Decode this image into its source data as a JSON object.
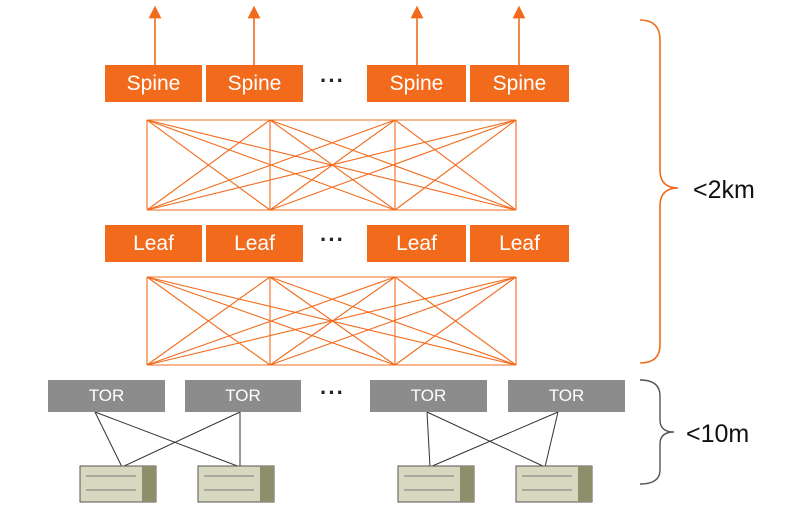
{
  "layers": {
    "spine": {
      "labels": [
        "Spine",
        "Spine",
        "Spine",
        "Spine"
      ],
      "ellipsis": "···"
    },
    "leaf": {
      "labels": [
        "Leaf",
        "Leaf",
        "Leaf",
        "Leaf"
      ],
      "ellipsis": "···"
    },
    "tor": {
      "labels": [
        "TOR",
        "TOR",
        "TOR",
        "TOR"
      ],
      "ellipsis": "···"
    }
  },
  "ranges": {
    "upper": "<2km",
    "lower": "<10m"
  },
  "colors": {
    "orange": "#f26b1d",
    "tor_gray": "#8c8c8c",
    "server_body": "#d8d8c0",
    "link_dark": "#333333"
  }
}
